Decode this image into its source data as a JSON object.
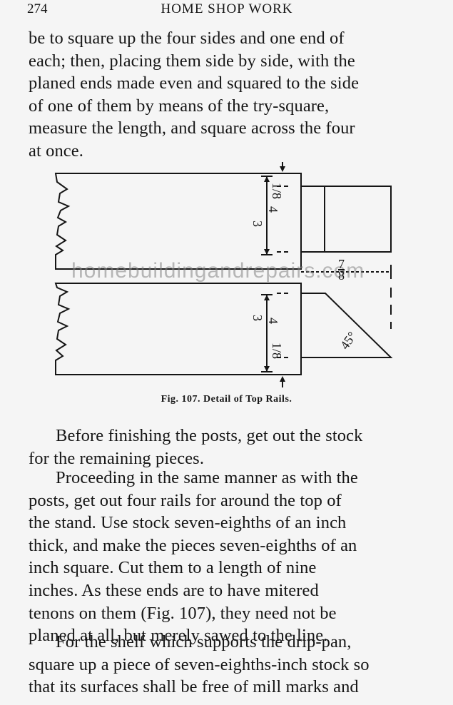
{
  "header": {
    "page_number": "274",
    "title": "HOME SHOP WORK"
  },
  "paragraph_top": {
    "lines": [
      "be to square up the four sides and one end of",
      "each; then, placing them side by side, with the",
      "planed ends made even and squared to the side",
      "of one of them by means of the try-square,",
      "measure the length, and square across the four",
      "at once."
    ]
  },
  "figure": {
    "labels": {
      "top_frac_num": "1",
      "top_frac_den": "8",
      "top_quarter": "4",
      "top_dim": "3",
      "gap_num": "7",
      "gap_den": "8",
      "bottom_dim": "3",
      "bottom_quarter": "4",
      "bottom_frac_num": "1",
      "bottom_frac_den": "8",
      "angle": "45°"
    },
    "watermark": "homebuildingandrepairs.com",
    "caption": "Fig. 107. Detail of Top Rails."
  },
  "paragraph_1": {
    "lines": [
      "Before finishing the posts, get out the stock",
      "for the remaining pieces."
    ]
  },
  "paragraph_2": {
    "lines": [
      "Proceeding in the same manner as with the",
      "posts, get out four rails for around the top of",
      "the stand. Use stock seven-eighths of an inch",
      "thick, and make the pieces seven-eighths of an",
      "inch square. Cut them to a length of nine",
      "inches. As these ends are to have mitered",
      "tenons on them (Fig. 107), they need not be",
      "planed at all, but merely sawed to the line."
    ]
  },
  "paragraph_3": {
    "lines": [
      "For the shelf which supports the drip-pan,",
      "square up a piece of seven-eighths-inch stock so",
      "that its surfaces shall be free of mill marks and"
    ]
  }
}
